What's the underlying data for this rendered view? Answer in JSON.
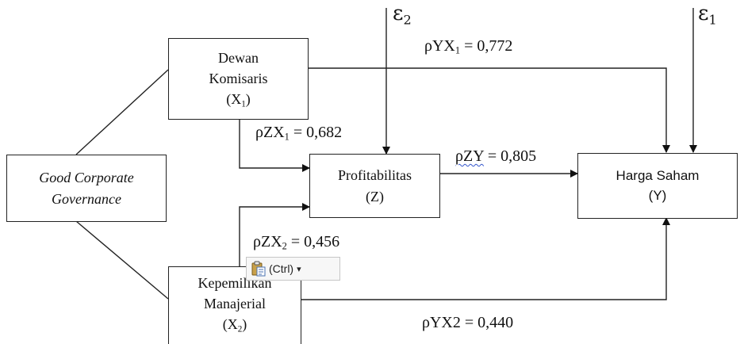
{
  "nodes": {
    "gcg": {
      "line1": "Good Corporate",
      "line2": "Governance"
    },
    "x1": {
      "line1": "Dewan",
      "line2": "Komisaris",
      "var": "X",
      "sub": "1"
    },
    "x2": {
      "line1": "Kepemilikan",
      "line2": "Manajerial",
      "var": "X",
      "sub": "2"
    },
    "z": {
      "line1": "Profitabilitas",
      "line2": "(Z)"
    },
    "y": {
      "line1": "Harga Saham",
      "line2": "(Y)"
    }
  },
  "paths": {
    "yx1": {
      "pre": "ρYX",
      "sub": "1",
      "post": " = 0,772"
    },
    "zx1": {
      "pre": "ρZX",
      "sub": "1",
      "post": " = 0,682"
    },
    "zy": {
      "pre": "ρZY",
      "post": " = 0,805"
    },
    "zx2": {
      "pre": "ρZX",
      "sub": "2",
      "post": " = 0,456"
    },
    "yx2": {
      "text": "ρYX2 = 0,440"
    }
  },
  "errors": {
    "e2": {
      "symbol": "ε",
      "sub": "2"
    },
    "e1": {
      "symbol": "ε",
      "sub": "1"
    }
  },
  "paste_options": {
    "label": "(Ctrl)",
    "arrow": "▾"
  }
}
